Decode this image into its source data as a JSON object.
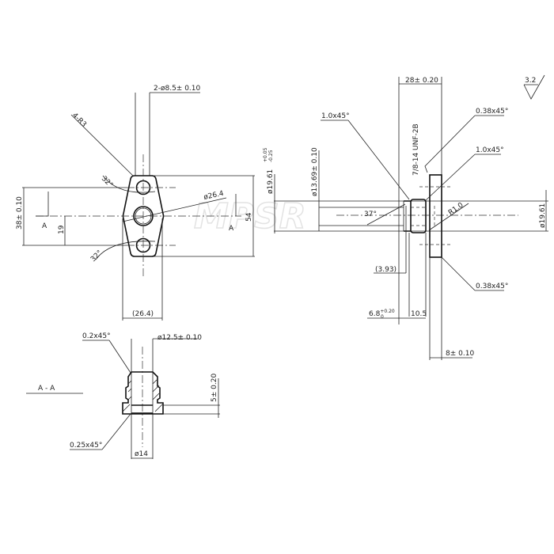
{
  "watermark": "MPSR",
  "front_view": {
    "hole_dia": "2-ø8.5± 0.10",
    "corner_radius": "4-R3",
    "angle_top": "32°",
    "angle_bottom": "32°",
    "center_dia": "ø26.4",
    "hole_spacing": "38± 0.10",
    "half_spacing": "19",
    "height": "54",
    "width_ref": "(26.4)",
    "section_mark_left": "A",
    "section_mark_right": "A"
  },
  "side_view": {
    "length": "28± 0.20",
    "finish": "3.2",
    "chamfer_1": "1.0x45°",
    "chamfer_2": "0.38x45°",
    "chamfer_3": "1.0x45°",
    "chamfer_4": "0.38x45°",
    "thread": "7/8-14 UNF-2B",
    "outer_dia": "ø19.61",
    "outer_dia_tol_upper": "+0.05",
    "outer_dia_tol_lower": "-0.25",
    "inner_dia": "ø13.69± 0.10",
    "angle": "37°",
    "radius": "R1.0",
    "right_dia": "ø19.61",
    "ref_depth": "(3.93)",
    "depth": "6.8",
    "depth_tol_upper": "+0.20",
    "depth_tol_lower": "0",
    "thread_len": "10.5",
    "flange_thk": "8± 0.10"
  },
  "section": {
    "title": "A - A",
    "chamfer_top": "0.2x45°",
    "bore_dia": "ø12.5± 0.10",
    "flange_height": "5± 0.20",
    "chamfer_bottom": "0.25x45°",
    "flange_dia": "ø14"
  }
}
